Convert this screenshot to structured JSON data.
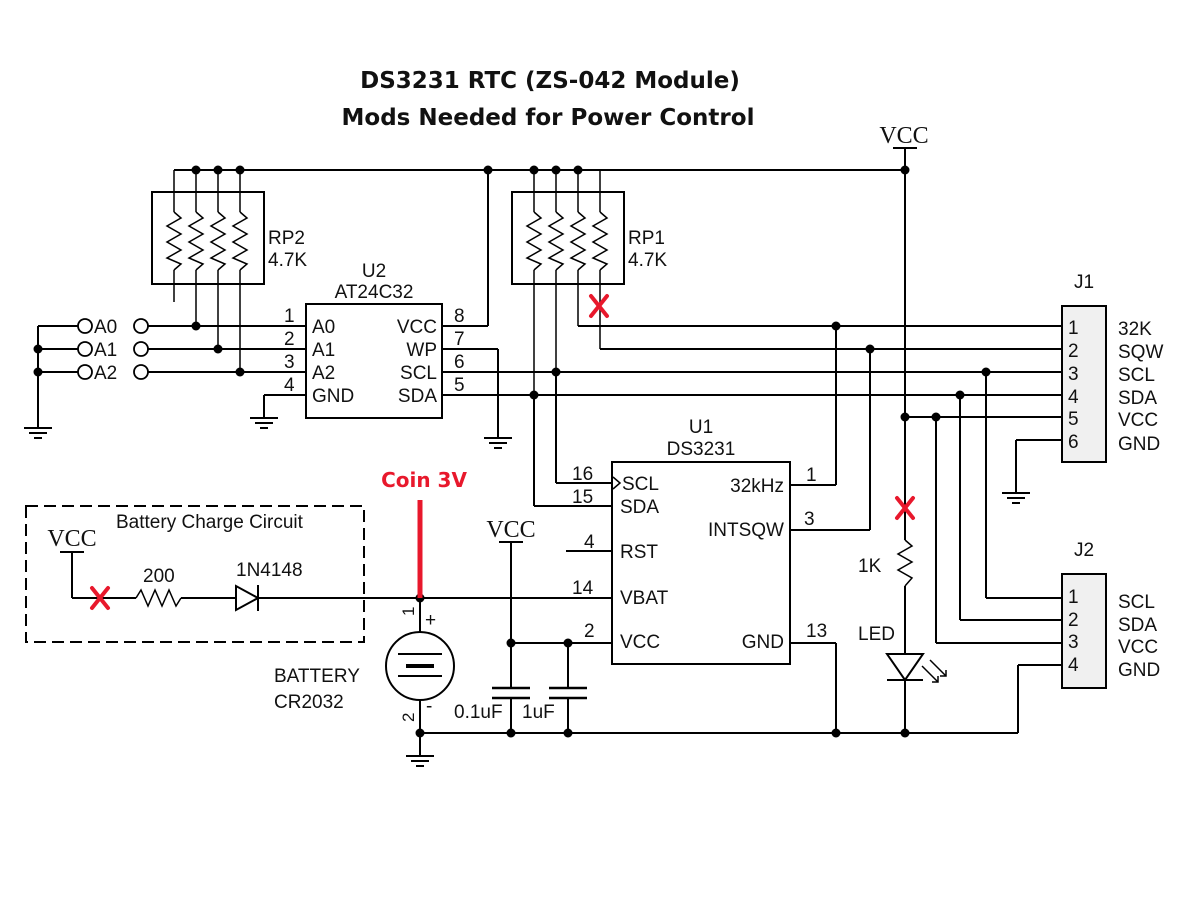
{
  "title": {
    "line1": "DS3231 RTC (ZS-042  Module)",
    "line2": "Mods Needed for Power Control"
  },
  "colors": {
    "wire": "#000000",
    "mod_marker": "#e8182c"
  },
  "power_labels": {
    "vcc": "VCC"
  },
  "rp2": {
    "ref": "RP2",
    "value": "4.7K"
  },
  "rp1": {
    "ref": "RP1",
    "value": "4.7K"
  },
  "u2": {
    "ref": "U2",
    "part": "AT24C32",
    "pins": [
      {
        "num": "1",
        "name": "A0"
      },
      {
        "num": "2",
        "name": "A1"
      },
      {
        "num": "3",
        "name": "A2"
      },
      {
        "num": "4",
        "name": "GND"
      },
      {
        "num": "8",
        "name": "VCC"
      },
      {
        "num": "7",
        "name": "WP"
      },
      {
        "num": "6",
        "name": "SCL"
      },
      {
        "num": "5",
        "name": "SDA"
      }
    ]
  },
  "address_jumpers": [
    "A0",
    "A1",
    "A2"
  ],
  "u1": {
    "ref": "U1",
    "part": "DS3231",
    "pins": [
      {
        "num": "16",
        "name": "SCL"
      },
      {
        "num": "15",
        "name": "SDA"
      },
      {
        "num": "4",
        "name": "RST"
      },
      {
        "num": "14",
        "name": "VBAT"
      },
      {
        "num": "2",
        "name": "VCC"
      },
      {
        "num": "1",
        "name": "32kHz"
      },
      {
        "num": "3",
        "name": "INTSQW"
      },
      {
        "num": "13",
        "name": "GND"
      }
    ]
  },
  "j1": {
    "ref": "J1",
    "pins": [
      {
        "num": "1",
        "name": "32K"
      },
      {
        "num": "2",
        "name": "SQW"
      },
      {
        "num": "3",
        "name": "SCL"
      },
      {
        "num": "4",
        "name": "SDA"
      },
      {
        "num": "5",
        "name": "VCC"
      },
      {
        "num": "6",
        "name": "GND"
      }
    ]
  },
  "j2": {
    "ref": "J2",
    "pins": [
      {
        "num": "1",
        "name": "SCL"
      },
      {
        "num": "2",
        "name": "SDA"
      },
      {
        "num": "3",
        "name": "VCC"
      },
      {
        "num": "4",
        "name": "GND"
      }
    ]
  },
  "charge_circuit": {
    "label": "Battery Charge Circuit",
    "resistor": "200",
    "diode": "1N4148"
  },
  "coin_label": "Coin 3V",
  "battery": {
    "line1": "BATTERY",
    "line2": "CR2032",
    "pin_pos": "1",
    "pin_neg": "2",
    "plus": "+",
    "minus": "-"
  },
  "caps": {
    "c1": "0.1uF",
    "c2": "1uF"
  },
  "led": {
    "resistor": "1K",
    "label": "LED"
  },
  "mod_mark": "X"
}
